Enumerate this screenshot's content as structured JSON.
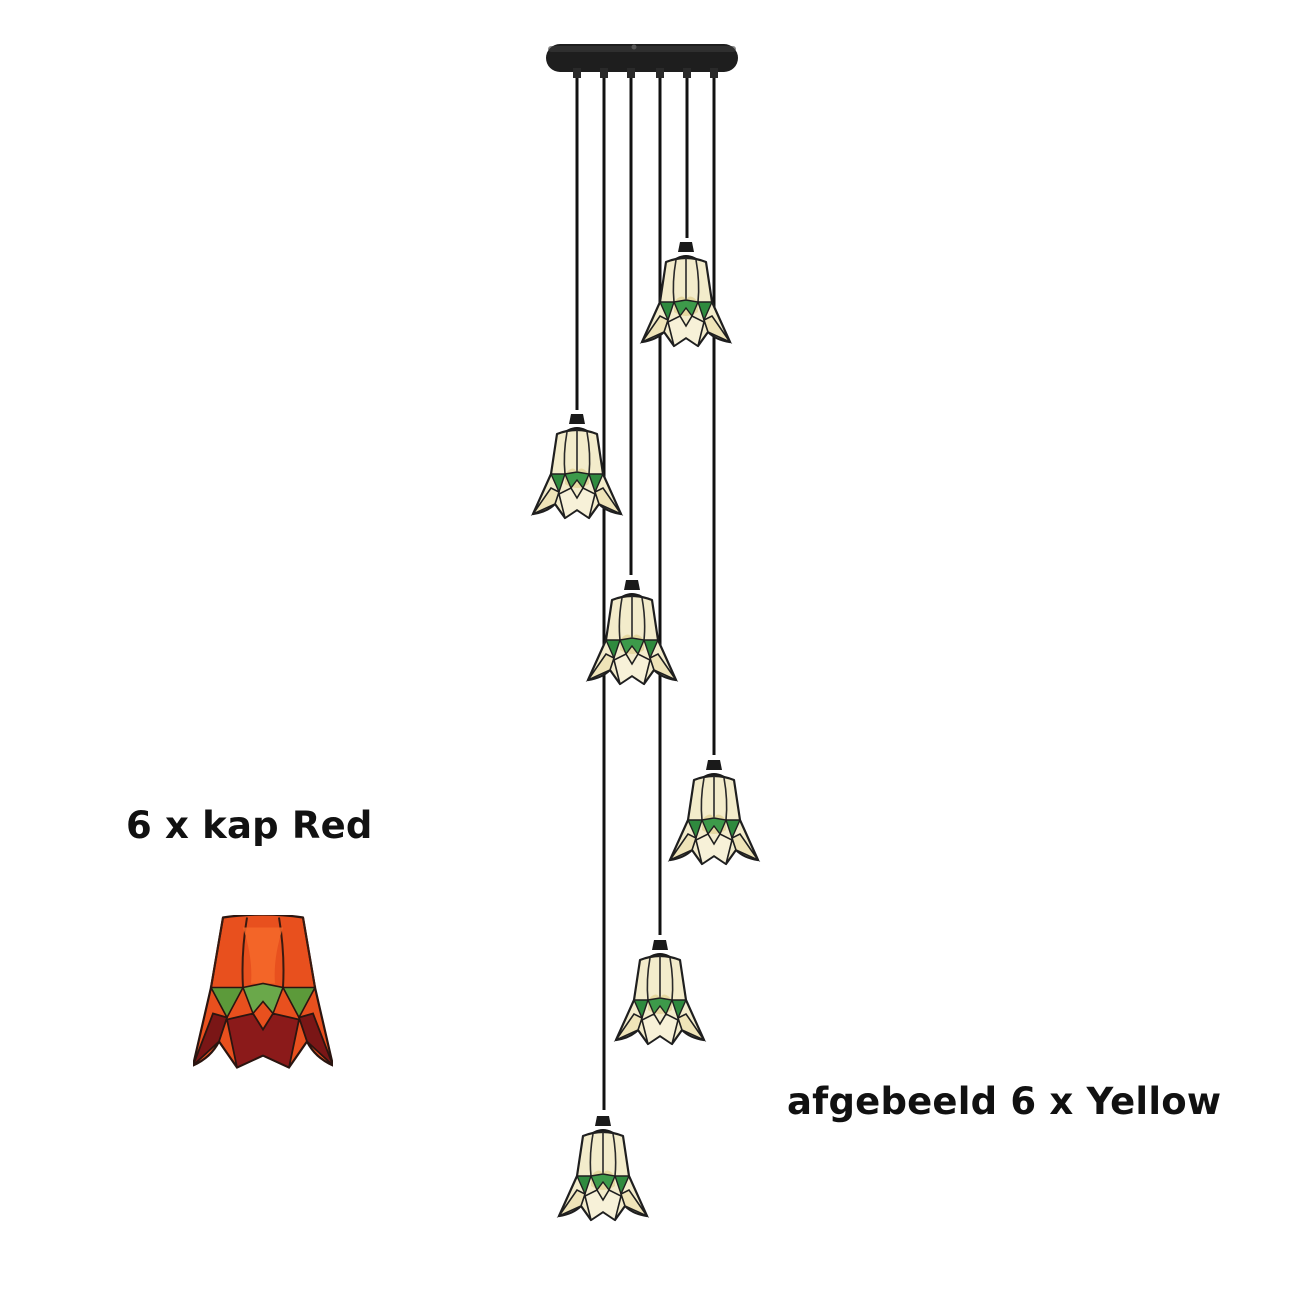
{
  "captions": {
    "red_option": "6 x kap  Red",
    "shown_option": "afgebeeld 6 x Yellow"
  },
  "colors": {
    "background": "#ffffff",
    "canopy": "#1e1e1e",
    "cord": "#111111",
    "yellow_glass": "#f3eccb",
    "yellow_glass_shade": "#e6d9a2",
    "green_glass": "#2f8a3e",
    "red_glass_top": "#e8501e",
    "red_glass_bottom": "#8b1a1a",
    "text": "#111111"
  },
  "objects": {
    "canopy": "round-ceiling-canopy",
    "pendant_count": 6,
    "shade_style": "tulip-tiffany-shade",
    "sample_shade": "red-tulip-shade"
  }
}
